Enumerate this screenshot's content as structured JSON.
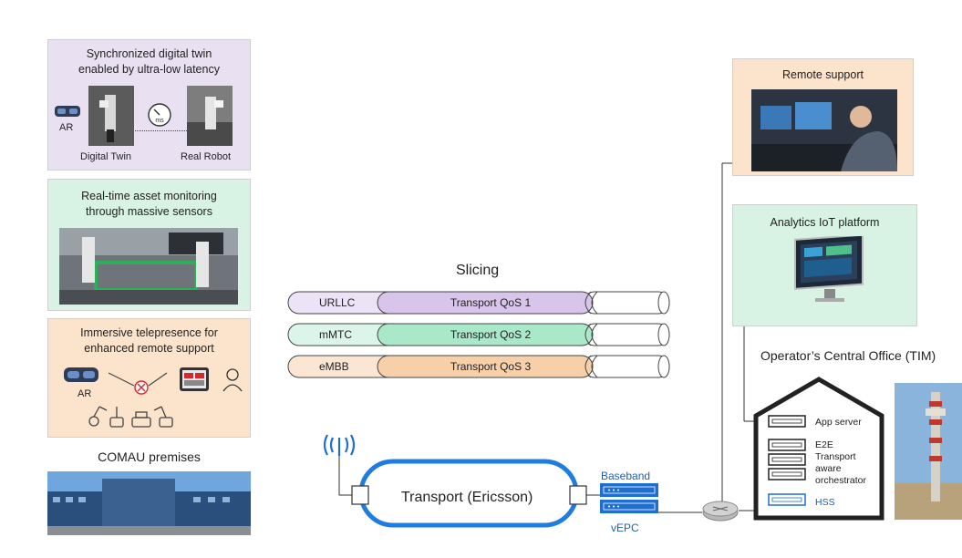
{
  "left_panels": {
    "twin": {
      "title_line1": "Synchronized digital twin",
      "title_line2": "enabled by ultra-low latency",
      "ar_label": "AR",
      "digital_twin_label": "Digital Twin",
      "real_robot_label": "Real Robot",
      "gauge_label": "ms",
      "bg": "#e9e0f2"
    },
    "monitoring": {
      "title_line1": "Real-time asset monitoring",
      "title_line2": "through massive sensors",
      "bg": "#d8f2e4"
    },
    "telepresence": {
      "title_line1": "Immersive telepresence for",
      "title_line2": "enhanced remote support",
      "ar_label": "AR",
      "bg": "#fbe3cc"
    },
    "comau_label": "COMAU premises"
  },
  "slicing": {
    "title": "Slicing",
    "slices": [
      {
        "name": "URLLC",
        "qos": "Transport QoS 1",
        "left_color": "#ede3f6",
        "mid_color": "#d9c4ec"
      },
      {
        "name": "mMTC",
        "qos": "Transport QoS 2",
        "left_color": "#dcf5ea",
        "mid_color": "#a9e8c9"
      },
      {
        "name": "eMBB",
        "qos": "Transport QoS 3",
        "left_color": "#fbe6d3",
        "mid_color": "#f7cfa8"
      }
    ]
  },
  "transport": {
    "label": "Transport (Ericsson)",
    "baseband_label": "Baseband",
    "vepc_label": "vEPC"
  },
  "right": {
    "remote_support": {
      "title": "Remote support",
      "bg": "#fbe3cc"
    },
    "analytics": {
      "title": "Analytics IoT platform",
      "bg": "#d8f2e4"
    },
    "central_office": {
      "title": "Operator’s Central Office (TIM)",
      "app_server": "App server",
      "orchestrator_line1": "E2E",
      "orchestrator_line2": "Transport",
      "orchestrator_line3": "aware",
      "orchestrator_line4": "orchestrator",
      "hss": "HSS"
    }
  },
  "colors": {
    "accent_blue": "#1f6fd0",
    "line": "#333333"
  }
}
